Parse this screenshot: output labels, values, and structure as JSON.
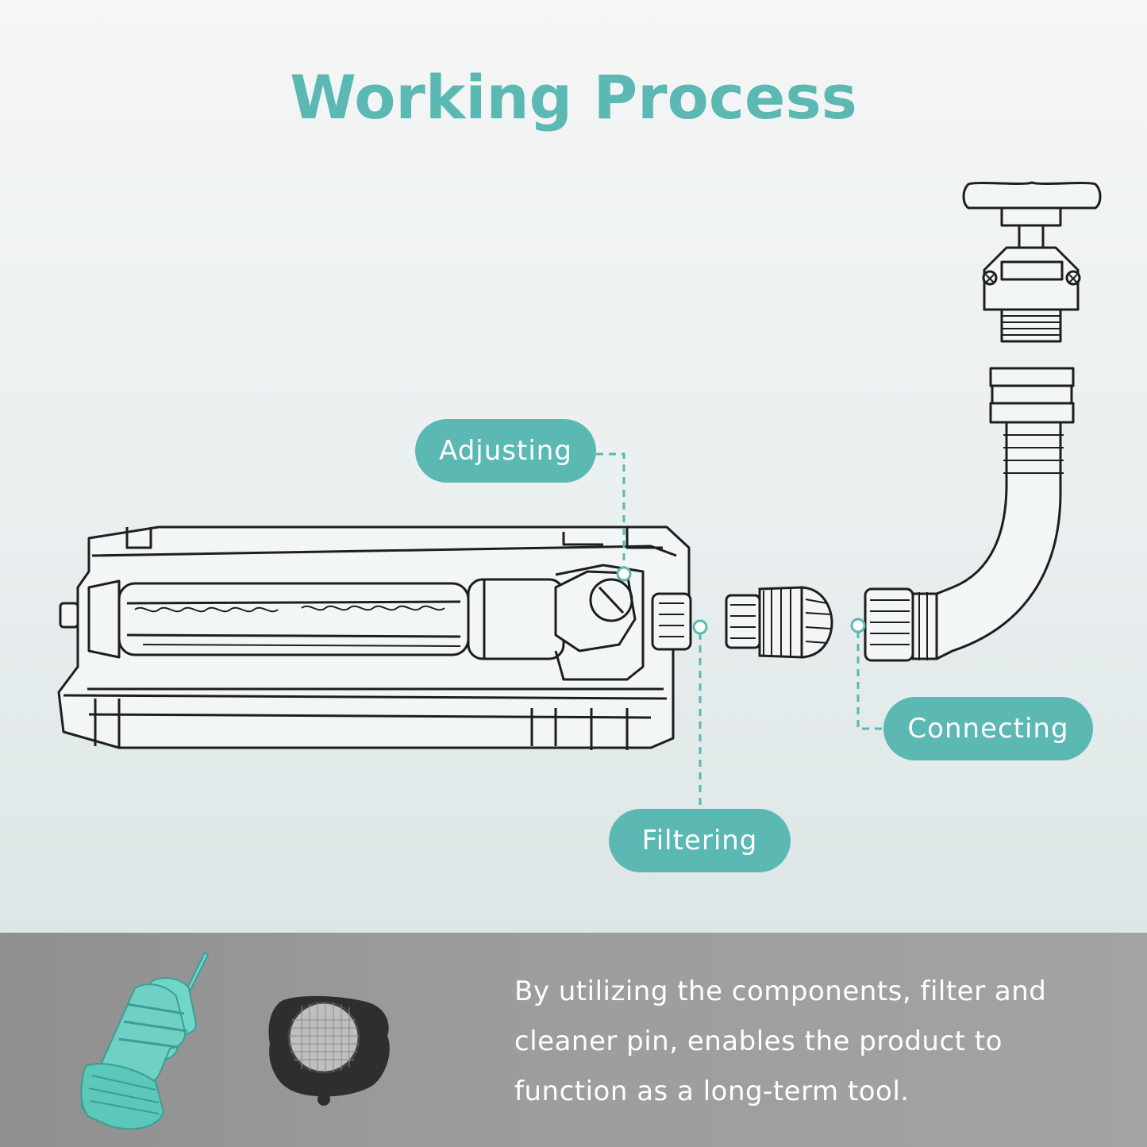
{
  "header": {
    "title": "Working Process"
  },
  "labels": {
    "adjusting": "Adjusting",
    "connecting": "Connecting",
    "filtering": "Filtering"
  },
  "footer": {
    "description": "By utilizing the components, filter and cleaner pin, enables the product to function as a long-term tool."
  },
  "icons": [
    "sprinkler-icon",
    "hose-connector-icon",
    "faucet-icon",
    "hose-elbow-icon",
    "cleaner-pin-icon",
    "filter-washer-icon"
  ],
  "colors": {
    "accent": "#5cb8b2",
    "line": "#1e1e1e",
    "pin": "#6fd6c8",
    "washer": "#2e2e2e"
  }
}
